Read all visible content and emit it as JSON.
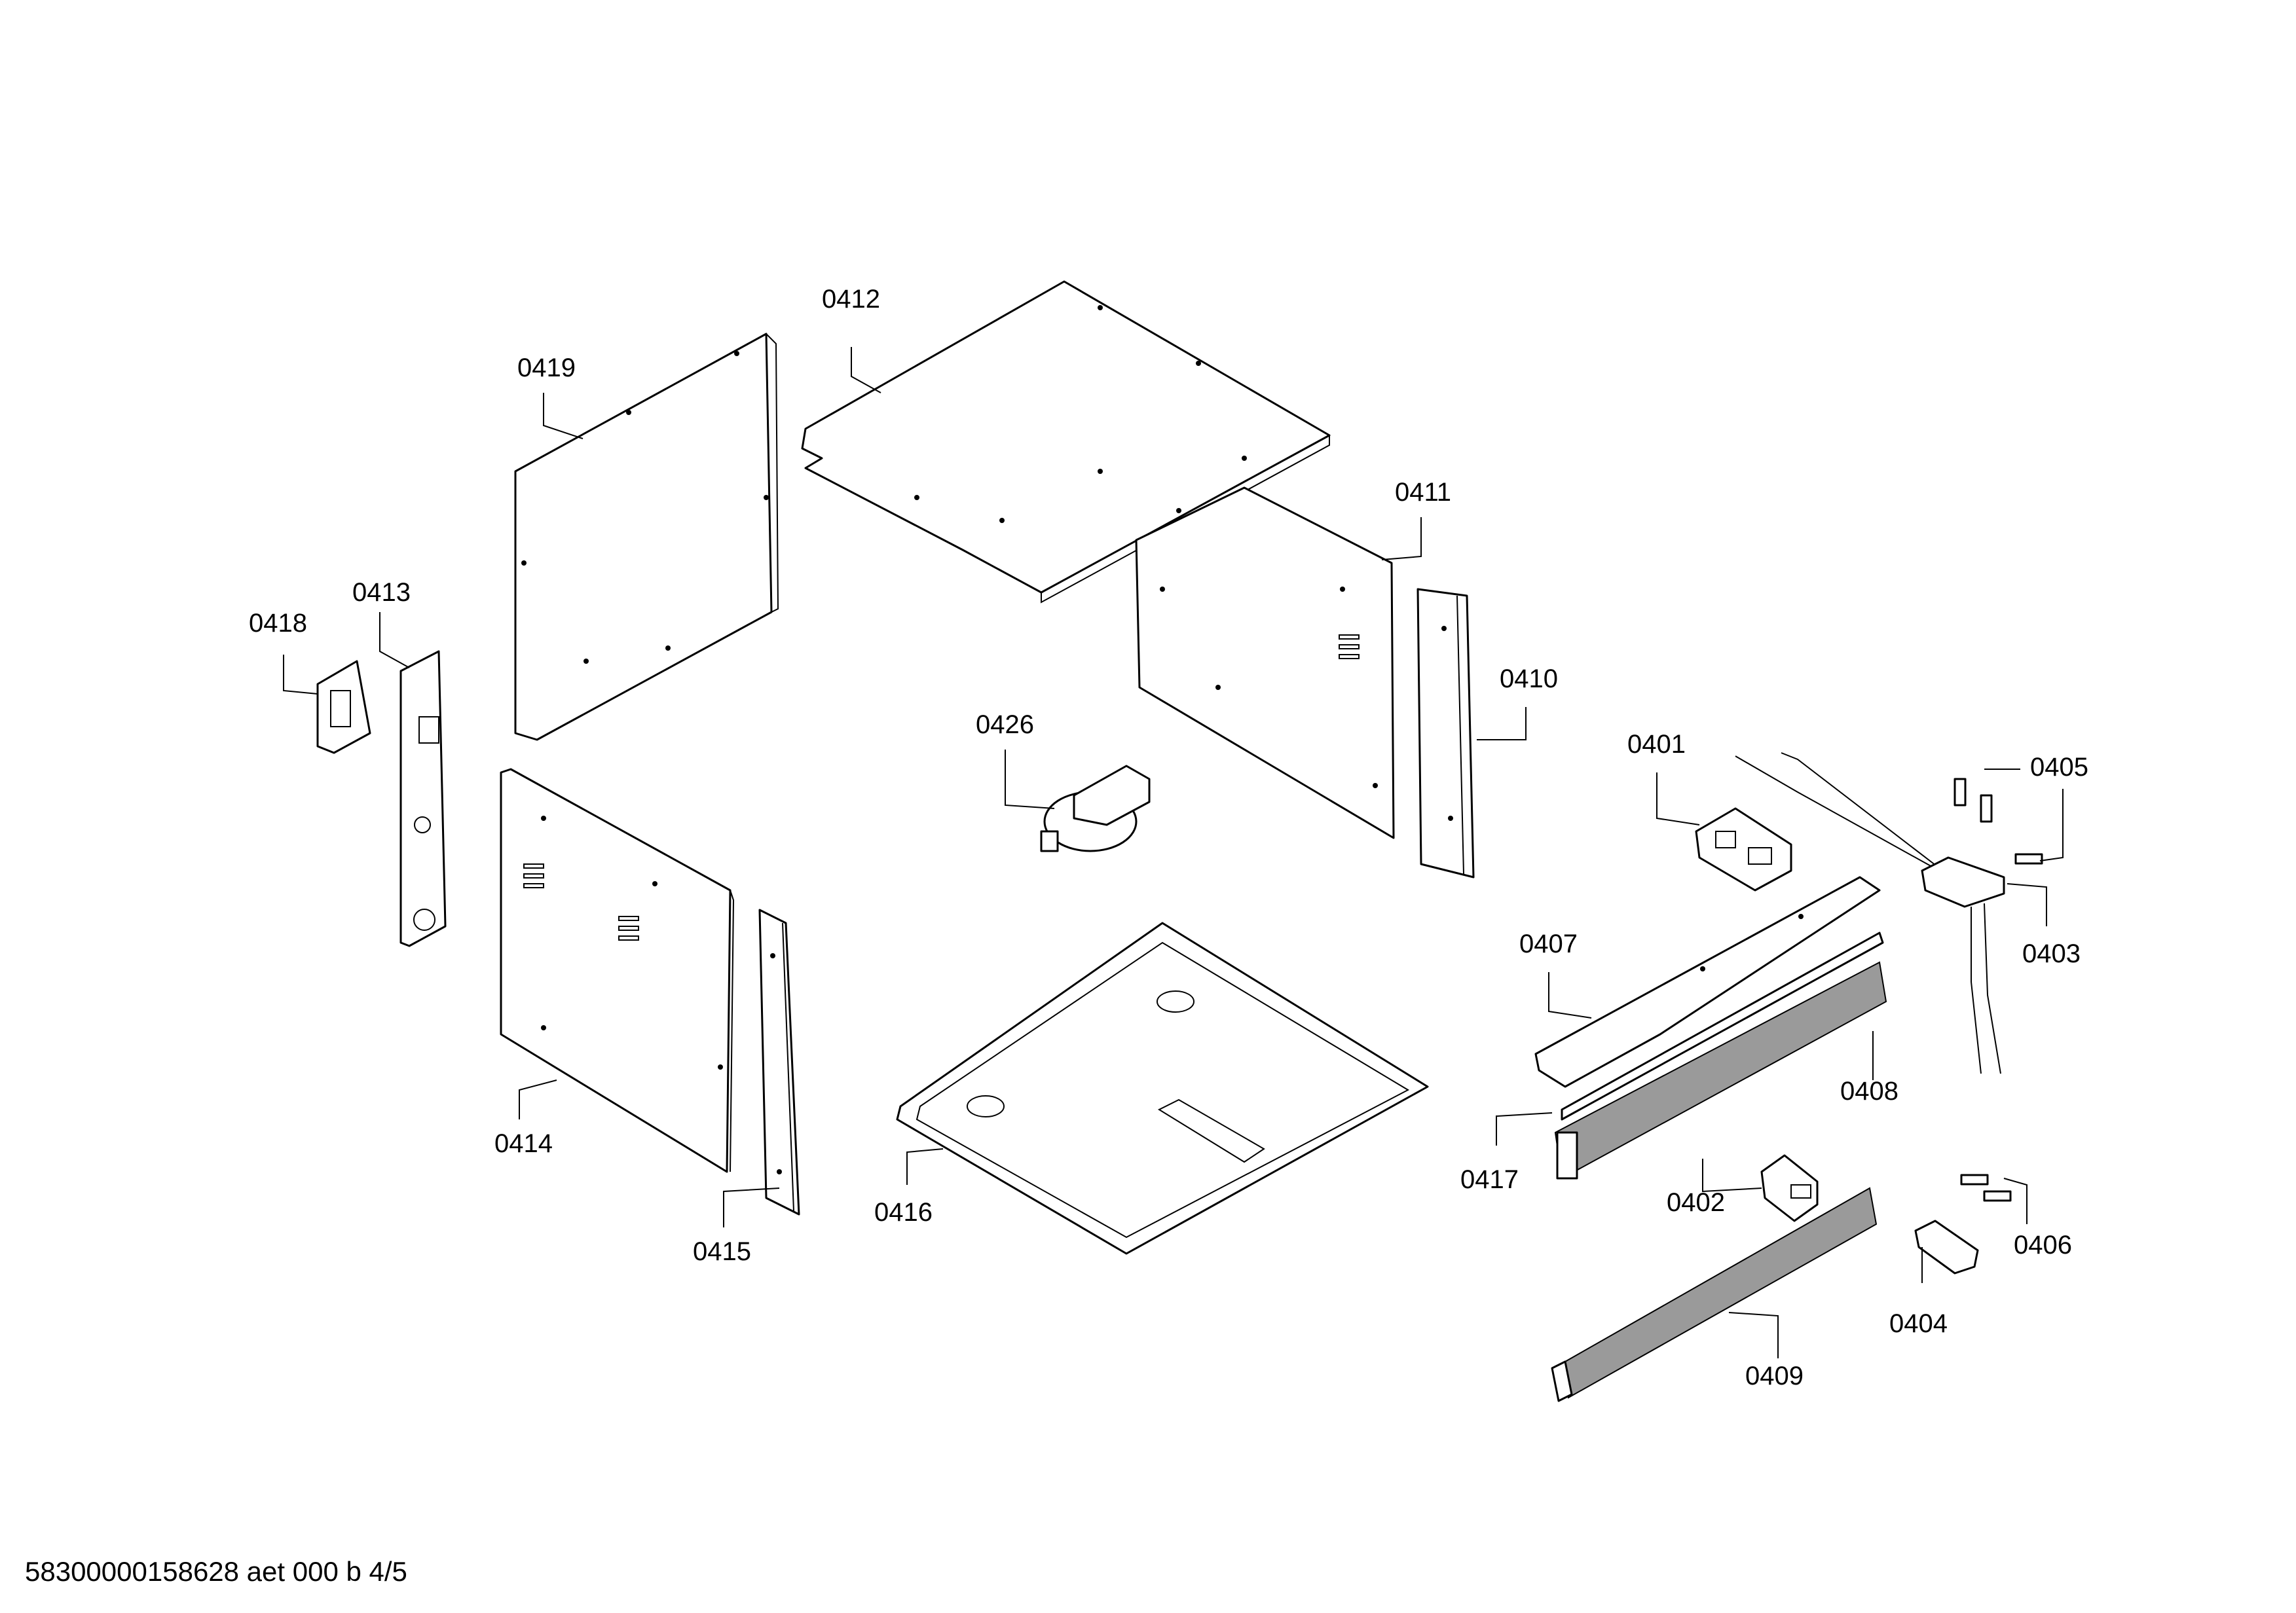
{
  "callouts": {
    "c0401": "0401",
    "c0402": "0402",
    "c0403": "0403",
    "c0404": "0404",
    "c0405": "0405",
    "c0406": "0406",
    "c0407": "0407",
    "c0408": "0408",
    "c0409": "0409",
    "c0410": "0410",
    "c0411": "0411",
    "c0412": "0412",
    "c0413": "0413",
    "c0414": "0414",
    "c0415": "0415",
    "c0416": "0416",
    "c0417": "0417",
    "c0418": "0418",
    "c0419": "0419",
    "c0426": "0426"
  },
  "footer": {
    "document_id": "58300000158628 aet 000 b 4/5"
  }
}
